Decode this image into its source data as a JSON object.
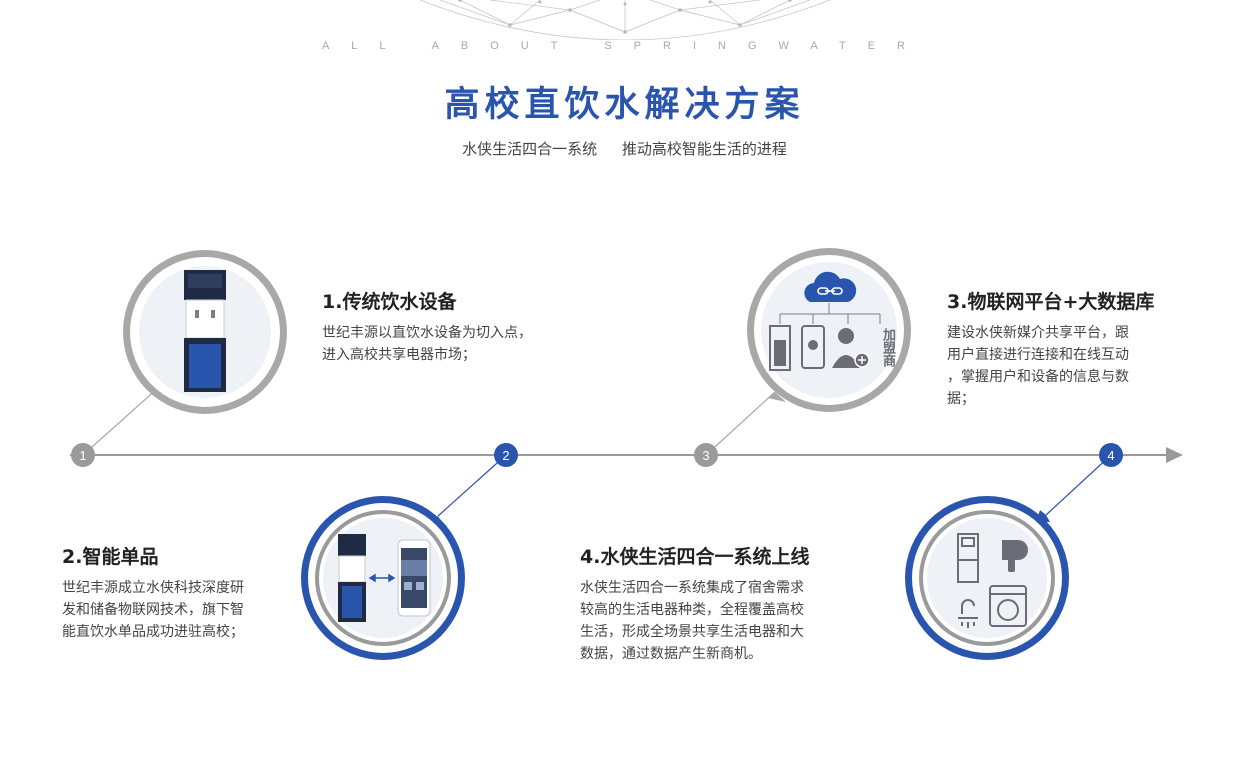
{
  "header": {
    "tagline": "ALL ABOUT SPRINGWATER",
    "title": "高校直饮水解决方案",
    "subtitle_left": "水侠生活四合一系统",
    "subtitle_right": "推动高校智能生活的进程"
  },
  "timeline": {
    "markers": [
      "1",
      "2",
      "3",
      "4"
    ]
  },
  "steps": [
    {
      "title": "1.传统饮水设备",
      "desc_lines": [
        "世纪丰源以直饮水设备为切入点，",
        "进入高校共享电器市场；"
      ]
    },
    {
      "title": "2.智能单品",
      "desc_lines": [
        "世纪丰源成立水侠科技深度研",
        "发和储备物联网技术，旗下智",
        "能直饮水单品成功进驻高校；"
      ]
    },
    {
      "title": "3.物联网平台+大数据库",
      "desc_lines": [
        "建设水侠新媒介共享平台，跟",
        "用户直接进行连接和在线互动",
        "，掌握用户和设备的信息与数",
        "据；"
      ]
    },
    {
      "title": "4.水侠生活四合一系统上线",
      "desc_lines": [
        "水侠生活四合一系统集成了宿舍需求",
        "较高的生活电器种类，全程覆盖高校",
        "生活，形成全场景共享生活电器和大",
        "数据，通过数据产生新商机。"
      ]
    }
  ],
  "illustrations": {
    "partner_label": "加盟商"
  },
  "colors": {
    "blue": "#2a55ae",
    "gray": "#9a9a9a",
    "light_bg": "#eef1f6"
  }
}
